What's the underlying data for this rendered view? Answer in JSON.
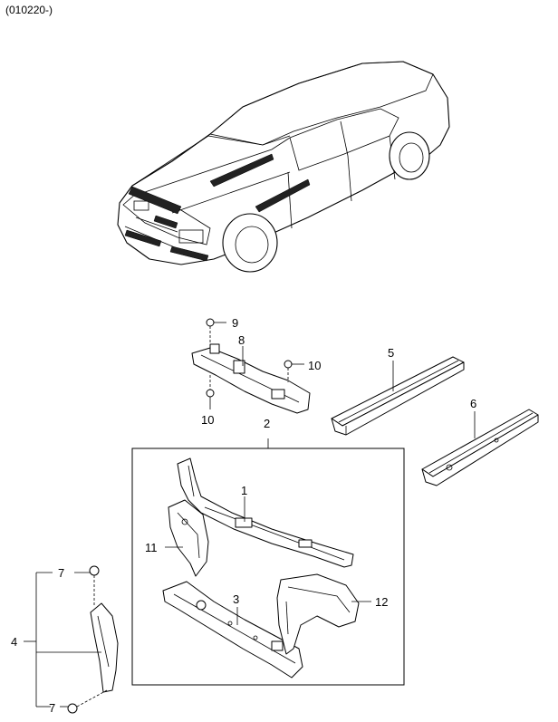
{
  "header": {
    "date_code": "(010220-)"
  },
  "callouts": {
    "c1": "1",
    "c2": "2",
    "c3": "3",
    "c4": "4",
    "c5": "5",
    "c6": "6",
    "c7a": "7",
    "c7b": "7",
    "c8": "8",
    "c9": "9",
    "c10a": "10",
    "c10b": "10",
    "c11": "11",
    "c12": "12"
  },
  "icons": {
    "vehicle": "sedan-car-illustration",
    "fastener": "bolt-icon",
    "clip": "clip-icon"
  }
}
